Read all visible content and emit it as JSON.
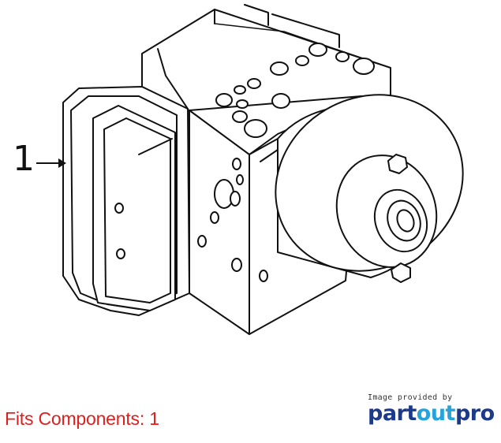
{
  "diagram": {
    "callout_number": "1",
    "part_name": "abs-module-icon"
  },
  "footer": {
    "fits_text": "Fits Components: 1",
    "credit_text": "Image provided by",
    "brand_part1": "part",
    "brand_part2": "out",
    "brand_part3": "pro"
  },
  "colors": {
    "fits": "#e01e1e",
    "brand_dark": "#1d3a8a",
    "brand_light": "#27a3dc",
    "line": "#111111"
  }
}
